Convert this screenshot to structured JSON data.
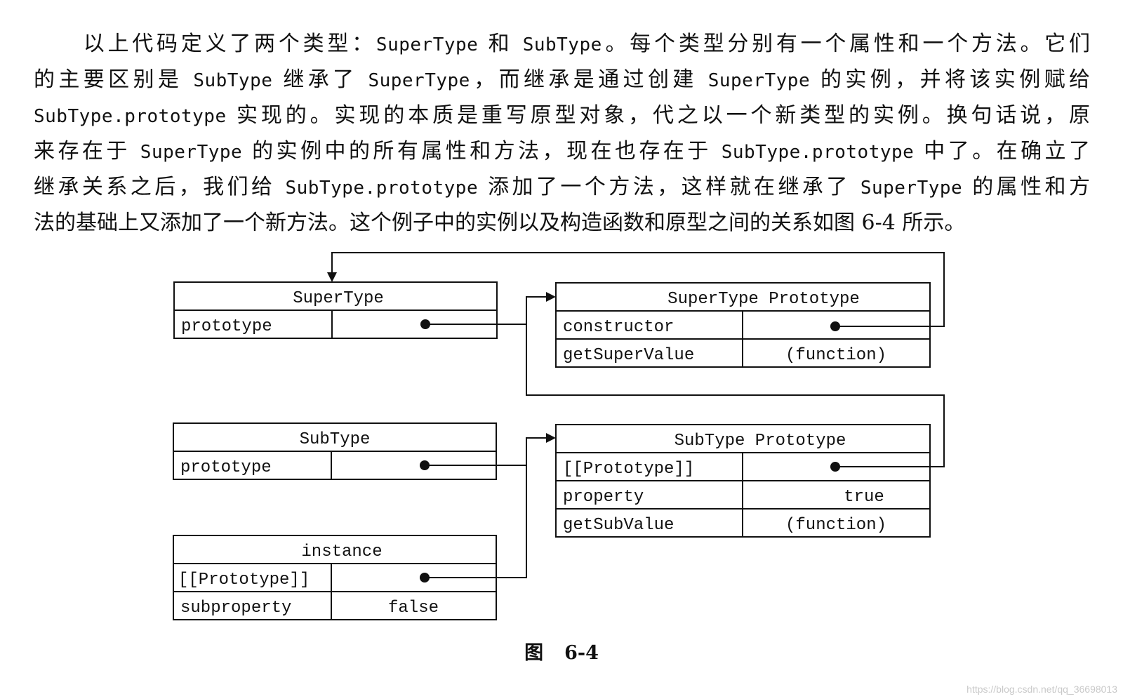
{
  "paragraph": {
    "lines": [
      {
        "parts": [
          {
            "t": "以上代码定义了两个类型："
          },
          {
            "c": "SuperType"
          },
          {
            "t": " 和 "
          },
          {
            "c": "SubType"
          },
          {
            "t": "。每个类型分别有一个属性和一个方法。它们"
          }
        ]
      },
      {
        "parts": [
          {
            "t": "的主要区别是 "
          },
          {
            "c": "SubType"
          },
          {
            "t": " 继承了 "
          },
          {
            "c": "SuperType"
          },
          {
            "t": "，而继承是通过创建 "
          },
          {
            "c": "SuperType"
          },
          {
            "t": " 的实例，并将该实例赋给"
          }
        ]
      },
      {
        "parts": [
          {
            "c": "SubType.prototype"
          },
          {
            "t": " 实现的。实现的本质是重写原型对象，代之以一个新类型的实例。换句话说，原"
          }
        ]
      },
      {
        "parts": [
          {
            "t": "来存在于 "
          },
          {
            "c": "SuperType"
          },
          {
            "t": " 的实例中的所有属性和方法，现在也存在于 "
          },
          {
            "c": "SubType.prototype"
          },
          {
            "t": " 中了。在确立了"
          }
        ]
      },
      {
        "parts": [
          {
            "t": "继承关系之后，我们给 "
          },
          {
            "c": "SubType.prototype"
          },
          {
            "t": " 添加了一个方法，这样就在继承了 "
          },
          {
            "c": "SuperType"
          },
          {
            "t": " 的属性和方"
          }
        ]
      },
      {
        "parts": [
          {
            "t": "法的基础上又添加了一个新方法。这个例子中的实例以及构造函数和原型之间的关系如图 6-4 所示。"
          }
        ]
      }
    ]
  },
  "diagram": {
    "supertype": {
      "title": "SuperType",
      "rows": [
        {
          "key": "prototype",
          "value": ""
        }
      ]
    },
    "supertype_prototype": {
      "title": "SuperType Prototype",
      "rows": [
        {
          "key": "constructor",
          "value": ""
        },
        {
          "key": "getSuperValue",
          "value": "(function)"
        }
      ]
    },
    "subtype": {
      "title": "SubType",
      "rows": [
        {
          "key": "prototype",
          "value": ""
        }
      ]
    },
    "subtype_prototype": {
      "title": "SubType Prototype",
      "rows": [
        {
          "key": "[[Prototype]]",
          "value": ""
        },
        {
          "key": "property",
          "value": "true"
        },
        {
          "key": "getSubValue",
          "value": "(function)"
        }
      ]
    },
    "instance": {
      "title": "instance",
      "rows": [
        {
          "key": "[[Prototype]]",
          "value": ""
        },
        {
          "key": "subproperty",
          "value": "false"
        }
      ]
    }
  },
  "caption": {
    "label": "图",
    "number": "6-4"
  },
  "watermark": "https://blog.csdn.net/qq_36698013"
}
